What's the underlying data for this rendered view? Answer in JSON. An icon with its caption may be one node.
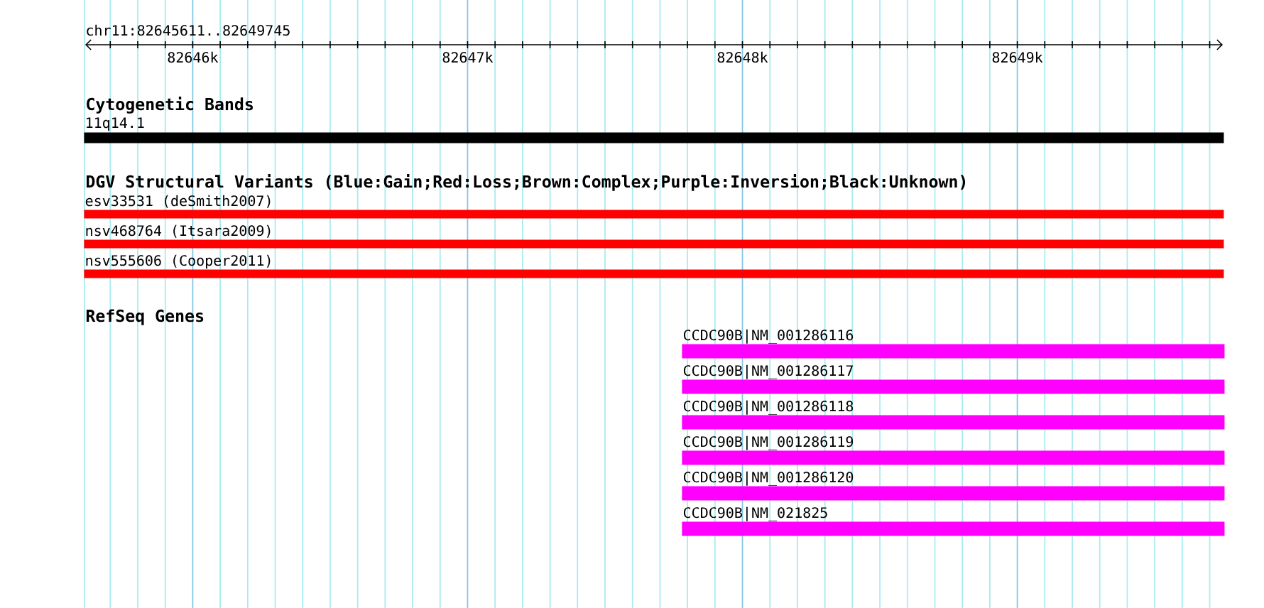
{
  "diagram": {
    "nodes": [
      {
        "text": [
          "11q14.1"
        ]
      },
      {
        "text": [
          "esv33531 (deSmith2007)"
        ]
      },
      {
        "text": [
          "nsv468764 (Itsara2009)"
        ]
      },
      {
        "text": [
          "nsv555606 (Cooper2011)"
        ]
      },
      {
        "text": [
          "CCDC90B|NM_001286116"
        ]
      },
      {
        "text": [
          "CCDC90B|NM_001286117"
        ]
      },
      {
        "text": [
          "CCDC90B|NM_001286118"
        ]
      },
      {
        "text": [
          "CCDC90B|NM_001286119"
        ]
      },
      {
        "text": [
          "CCDC90B|NM_001286120"
        ]
      },
      {
        "text": [
          "CCDC90B|NM_021825"
        ]
      }
    ],
    "labels": [
      "chr11:82645611..82649745",
      "82646k",
      "82647k",
      "82648k",
      "82649k",
      "Cytogenetic Bands",
      "DGV Structural Variants (Blue:Gain;Red:Loss;Brown:Complex;Purple:Inversion;Black:Unknown)",
      "RefSeq Genes"
    ]
  }
}
